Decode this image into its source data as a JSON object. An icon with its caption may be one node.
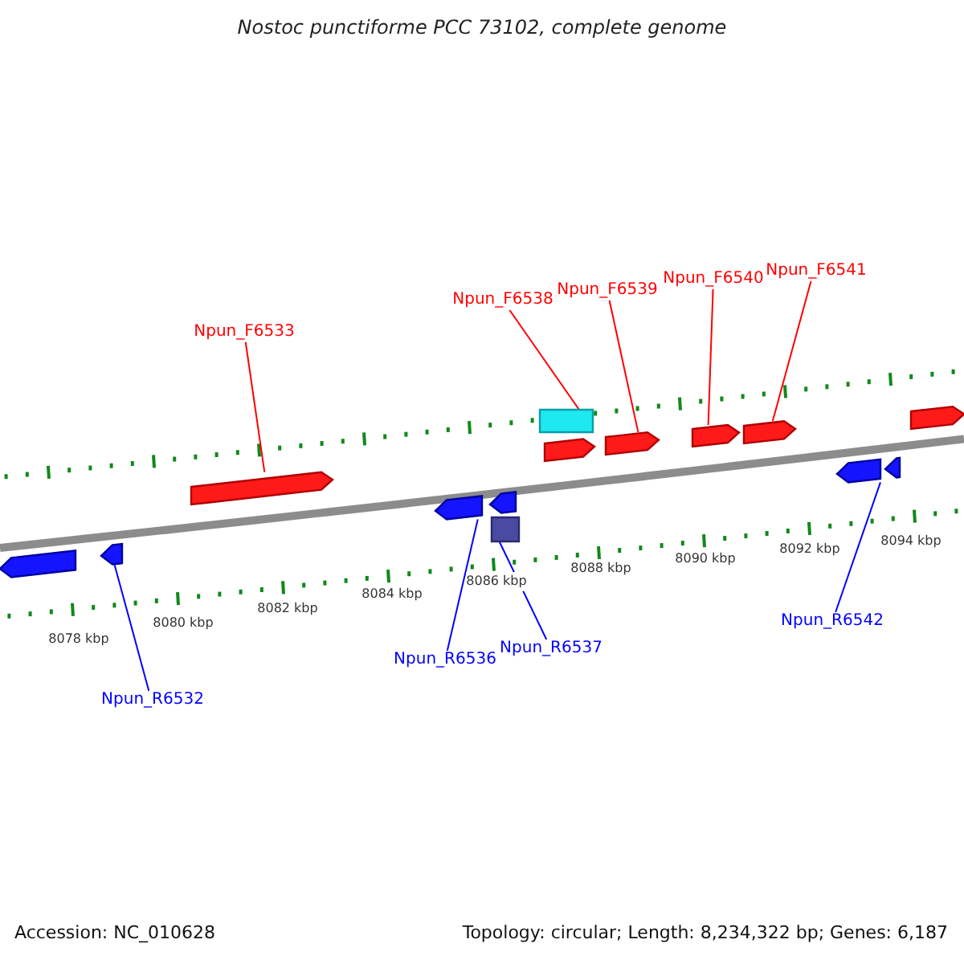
{
  "diagram": {
    "title": "Nostoc punctiforme PCC 73102, complete genome",
    "nodes": [
      {
        "text": [
          "Npun_F6533"
        ]
      },
      {
        "text": [
          "Npun_F6538"
        ]
      },
      {
        "text": [
          "Npun_F6539"
        ]
      },
      {
        "text": [
          "Npun_F6540"
        ]
      },
      {
        "text": [
          "Npun_F6541"
        ]
      },
      {
        "text": [
          "Npun_R6532"
        ]
      },
      {
        "text": [
          "Npun_R6536"
        ]
      },
      {
        "text": [
          "Npun_R6537"
        ]
      },
      {
        "text": [
          "Npun_R6542"
        ]
      },
      {
        "text": [],
        "shape": "bar"
      },
      {
        "text": [],
        "shape": "bar"
      },
      {
        "text": [],
        "shape": "bar"
      },
      {
        "text": [],
        "shape": "bar"
      },
      {
        "text": [],
        "shape": "bar"
      },
      {
        "text": [],
        "shape": "box"
      },
      {
        "text": [],
        "shape": "box"
      },
      {
        "text": [],
        "shape": "bar"
      },
      {
        "text": [],
        "shape": "bar"
      },
      {
        "text": [],
        "shape": "bar"
      },
      {
        "text": [],
        "shape": "bar"
      },
      {
        "text": [],
        "shape": "bar"
      },
      {
        "text": [],
        "shape": "bar"
      },
      {
        "text": [],
        "shape": "bar"
      }
    ],
    "edges": [
      {
        "from": 0,
        "to": 11,
        "arrow": "none"
      },
      {
        "from": 1,
        "to": 15,
        "arrow": "none"
      },
      {
        "from": 2,
        "to": 17,
        "arrow": "none"
      },
      {
        "from": 3,
        "to": 18,
        "arrow": "none"
      },
      {
        "from": 4,
        "to": 19,
        "arrow": "none"
      },
      {
        "from": 5,
        "to": 10,
        "arrow": "none",
        "color": "#0000ff"
      },
      {
        "from": 6,
        "to": 12,
        "arrow": "none",
        "color": "#0000ff"
      },
      {
        "from": 7,
        "to": 14,
        "arrow": "none",
        "color": "#0000ff"
      },
      {
        "from": 8,
        "to": 20,
        "arrow": "none",
        "color": "#0000ff"
      }
    ],
    "labels": [
      "8078 kbp",
      "8080 kbp",
      "8082 kbp",
      "8084 kbp",
      "8086 kbp",
      "8088 kbp",
      "8090 kbp",
      "8092 kbp",
      "8094 kbp",
      "Accession: NC_010628",
      "Topology: circular; Length: 8,234,322 bp; Genes: 6,187"
    ]
  }
}
